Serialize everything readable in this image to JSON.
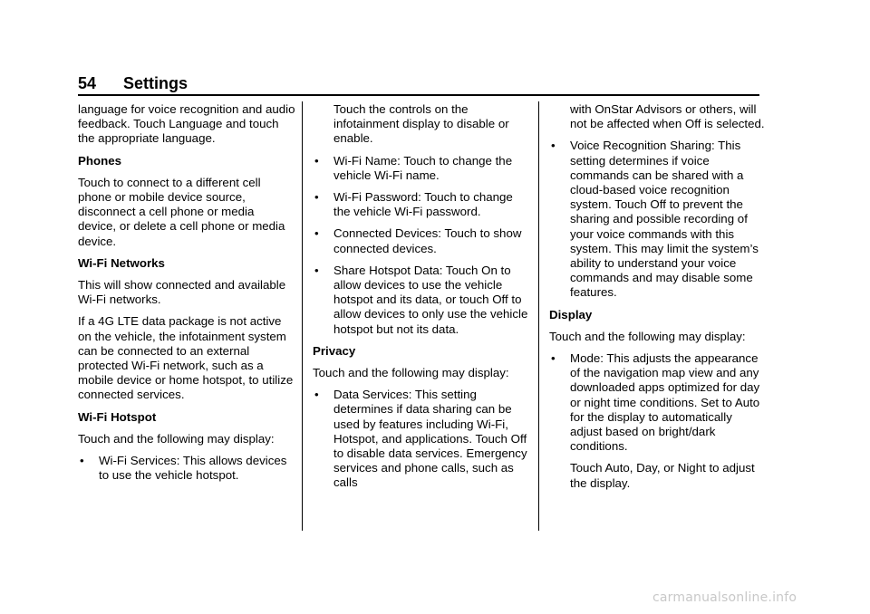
{
  "header": {
    "page_number": "54",
    "section_title": "Settings"
  },
  "columns": {
    "col1": {
      "intro": "language for voice recognition and audio feedback. Touch Language and touch the appropriate language.",
      "phones_heading": "Phones",
      "phones_text": "Touch to connect to a different cell phone or mobile device source, disconnect a cell phone or media device, or delete a cell phone or media device.",
      "wifi_networks_heading": "Wi-Fi Networks",
      "wifi_networks_text": "This will show connected and available Wi-Fi networks.",
      "lte_text": "If a 4G LTE data package is not active on the vehicle, the infotainment system can be connected to an external protected Wi-Fi network, such as a mobile device or home hotspot, to utilize connected services.",
      "wifi_hotspot_heading": "Wi-Fi Hotspot",
      "wifi_hotspot_text": "Touch and the following may display:",
      "wifi_services_item": "Wi-Fi Services: This allows devices to use the vehicle hotspot."
    },
    "col2": {
      "continuation": "Touch the controls on the infotainment display to disable or enable.",
      "items": [
        "Wi-Fi Name: Touch to change the vehicle Wi-Fi name.",
        "Wi-Fi Password: Touch to change the vehicle Wi-Fi password.",
        "Connected Devices: Touch to show connected devices.",
        "Share Hotspot Data: Touch On to allow devices to use the vehicle hotspot and its data, or touch Off to allow devices to only use the vehicle hotspot but not its data."
      ],
      "privacy_heading": "Privacy",
      "privacy_text": "Touch and the following may display:",
      "data_services_item": "Data Services: This setting determines if data sharing can be used by features including Wi-Fi, Hotspot, and applications. Touch Off to disable data services. Emergency services and phone calls, such as calls"
    },
    "col3": {
      "continuation": "with OnStar Advisors or others, will not be affected when Off is selected.",
      "voice_item": "Voice Recognition Sharing: This setting determines if voice commands can be shared with a cloud-based voice recognition system. Touch Off to prevent the sharing and possible recording of your voice commands with this system. This may limit the system’s ability to understand your voice commands and may disable some features.",
      "display_heading": "Display",
      "display_text": "Touch and the following may display:",
      "mode_item": "Mode: This adjusts the appearance of the navigation map view and any downloaded apps optimized for day or night time conditions. Set to Auto for the display to automatically adjust based on bright/dark conditions.",
      "mode_sub": "Touch Auto, Day, or Night to adjust the display."
    }
  },
  "bullet_glyph": "•",
  "watermark": "carmanualsonline.info"
}
